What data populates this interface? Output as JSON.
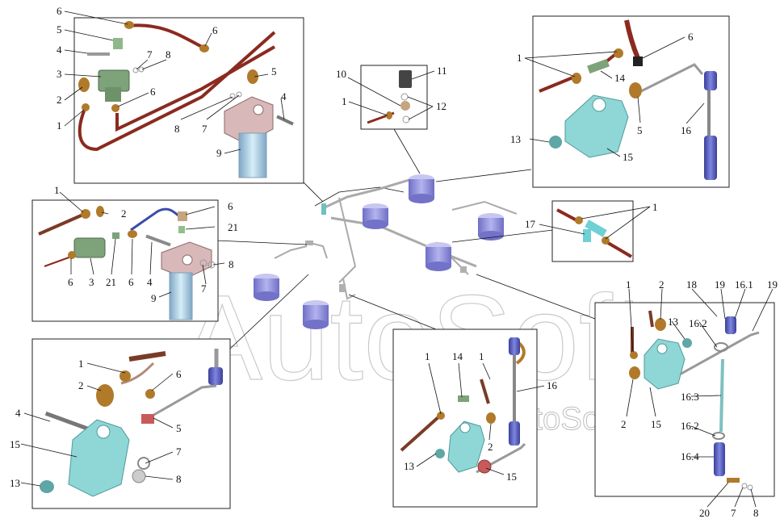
{
  "watermark": {
    "large": "AutoSoft",
    "small": "AutoSoft"
  },
  "labels": {
    "tl": [
      "6",
      "5",
      "4",
      "3",
      "2",
      "1",
      "6",
      "7",
      "8",
      "6",
      "5",
      "8",
      "7",
      "4",
      "9"
    ],
    "ml": [
      "1",
      "2",
      "6",
      "21",
      "6",
      "3",
      "21",
      "6",
      "4",
      "7",
      "8",
      "9"
    ],
    "bl": [
      "1",
      "2",
      "6",
      "4",
      "5",
      "15",
      "7",
      "13",
      "8"
    ],
    "tc": [
      "10",
      "11",
      "1",
      "12"
    ],
    "tr": [
      "1",
      "6",
      "14",
      "5",
      "13",
      "15",
      "16"
    ],
    "mr": [
      "1",
      "17"
    ],
    "bc": [
      "1",
      "14",
      "1",
      "16",
      "2",
      "13",
      "15"
    ],
    "br": [
      "1",
      "2",
      "18",
      "19",
      "16.1",
      "19",
      "13",
      "16.2",
      "2",
      "16.3",
      "15",
      "16.2",
      "16.4",
      "20",
      "7",
      "8"
    ]
  },
  "colors": {
    "pipe_red": "#8b2a1f",
    "pipe_brown": "#7a3b26",
    "brass": "#b07a2a",
    "valve_cyan": "#8fd6d6",
    "rod_blue": "#4a50b0",
    "filter_purple": "#8f8fd8",
    "bracket_pink": "#d8b8b8",
    "valve_green": "#7ea27a",
    "grey_line": "#8a8a8a"
  }
}
